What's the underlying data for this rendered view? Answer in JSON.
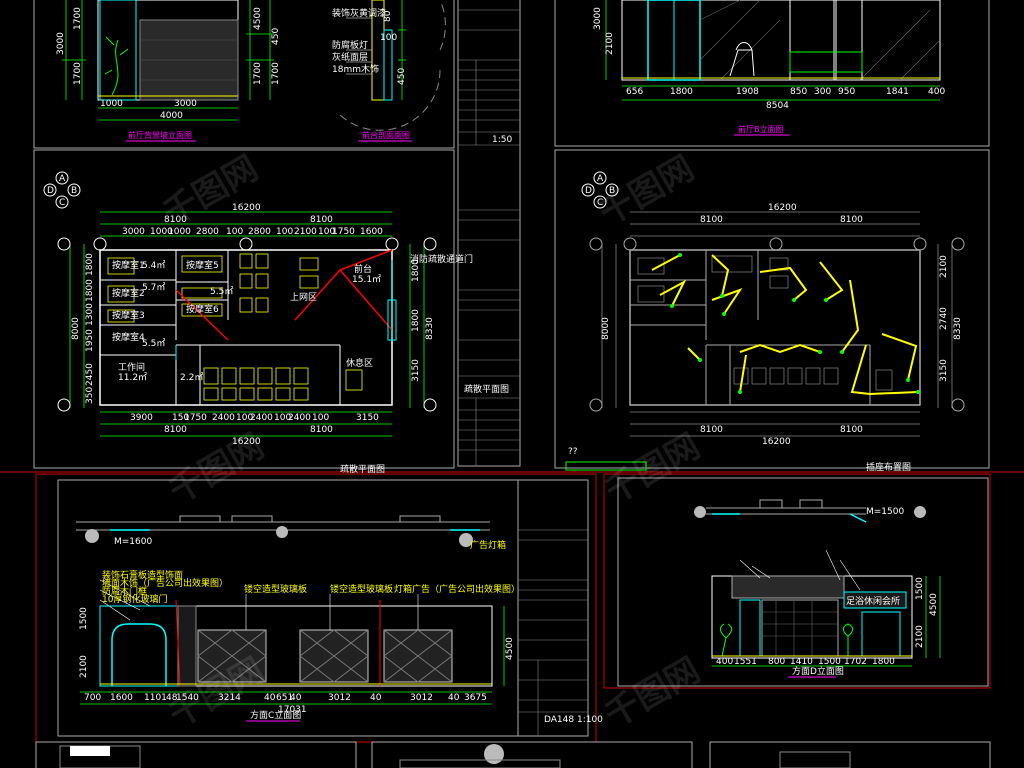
{
  "panels": {
    "elev_front_bg": {
      "dims_h": [
        "1000",
        "3000",
        "4000"
      ],
      "dims_v_left": [
        "3000",
        "1700",
        "1700"
      ],
      "dims_v_right": [
        "4500",
        "1700",
        "450",
        "1700"
      ],
      "caption": "前厅背景墙立面图"
    },
    "section_desk": {
      "labels": [
        "装饰灰黄调漆",
        "防腐板灯",
        "灰纸面层",
        "18mm木饰"
      ],
      "dims": [
        "80",
        "100",
        "450"
      ],
      "caption": "前台剖面面图"
    },
    "elev_lobby": {
      "dims_h": [
        "656",
        "1800",
        "1908",
        "850",
        "300",
        "950",
        "1841",
        "400"
      ],
      "total": "8504",
      "dims_v": [
        "3000",
        "2100"
      ],
      "caption": "前厅B立面图"
    },
    "title_strip_top": {
      "scale": "1:50"
    },
    "plan_evac": {
      "dims_top_total": "16200",
      "dims_top_half": [
        "8100",
        "8100"
      ],
      "dims_top_segments": [
        "3000",
        "1000",
        "1000",
        "2800",
        "100",
        "2800",
        "100",
        "2100",
        "100",
        "1750",
        "1600"
      ],
      "dims_bottom_segments": [
        "3900",
        "150",
        "1750",
        "2400",
        "100",
        "2400",
        "100",
        "2400",
        "100",
        "3150"
      ],
      "dims_bottom_half": [
        "8100",
        "8100"
      ],
      "dims_bottom_total": "16200",
      "dims_left": [
        "1800",
        "1800",
        "1300",
        "1950",
        "2450",
        "350"
      ],
      "dims_right": [
        "1800",
        "1800",
        "3150"
      ],
      "total_left": "8000",
      "total_right": "8330",
      "rooms": [
        "按摩室1",
        "按摩室2",
        "按摩室3",
        "按摩室4",
        "按摩室5",
        "按摩室6",
        "工作间",
        "前台",
        "上网区",
        "休息区"
      ],
      "areas": [
        "5.4㎡",
        "5.7㎡",
        "5.5㎡",
        "5.5㎡",
        "15.1㎡",
        "11.2㎡",
        "2.2㎡"
      ],
      "note": "消防疏散通道门",
      "caption": "疏散平面图"
    },
    "strip_mid": {
      "title": "疏散平面图"
    },
    "plan_socket": {
      "dims_top_total": "16200",
      "dims_top_half": [
        "8100",
        "8100"
      ],
      "dims_bottom_total": "16200",
      "dims_bottom_half": [
        "8100",
        "8100"
      ],
      "dims_right": [
        "2100",
        "2740",
        "3150",
        "8330"
      ],
      "total_left": "8000",
      "caption": "插座布置图",
      "mark": "??"
    },
    "elev_c": {
      "door_label": "M=1600",
      "annotations": [
        "装饰石膏板造型饰面",
        "墙面木饰（广告公司出效果图）",
        "防腐木门框",
        "10厚钢化玻璃门",
        "镂空造型玻璃板",
        "镂空造型玻璃板",
        "灯箱广告（广告公司出效果图）",
        "广告灯箱"
      ],
      "dims_h": [
        "700",
        "1600",
        "1101",
        "48",
        "1540",
        "3214",
        "40",
        "651",
        "40",
        "3012",
        "40",
        "3012",
        "40",
        "3675"
      ],
      "total": "17031",
      "dims_v": [
        "1500",
        "2100",
        "4500"
      ],
      "caption": "方面C立面图",
      "scale": "DA148  1:100"
    },
    "elev_d": {
      "door_label": "M=1500",
      "sign": "足浴休闲会所",
      "dims_h": [
        "400",
        "1551",
        "800",
        "1410",
        "1500",
        "1702",
        "1800"
      ],
      "dims_v": [
        "4500",
        "1500",
        "2100"
      ],
      "caption": "方面D立面图"
    }
  },
  "watermark": "千图网",
  "compass_letters": [
    "A",
    "B",
    "C",
    "D"
  ],
  "colors": {
    "bg": "#000000",
    "wall": "#ffffff",
    "dim": "#00ff00",
    "accent": "#00ffff",
    "highlight": "#ffff00",
    "frame": "#ff0000",
    "caption_line": "#ff00ff"
  }
}
